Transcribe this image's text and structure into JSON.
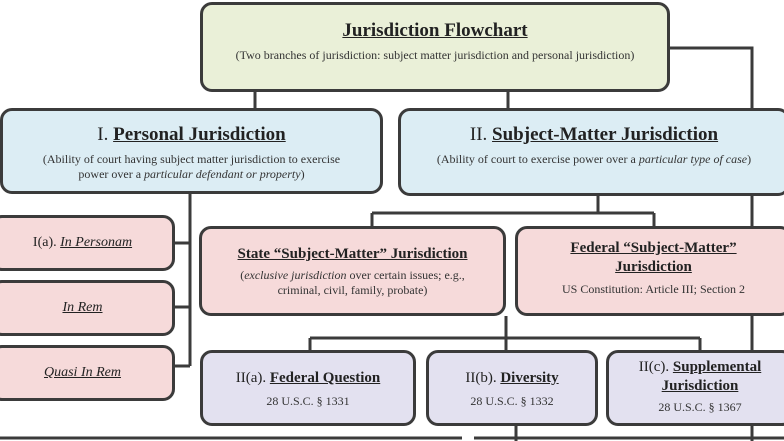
{
  "root": {
    "title": "Jurisdiction Flowchart",
    "desc": "(Two branches of jurisdiction: subject matter jurisdiction and personal jurisdiction)"
  },
  "personal": {
    "prefix": "I. ",
    "title": "Personal Jurisdiction",
    "desc_a": "(Ability of court having subject matter jurisdiction to exercise power over a ",
    "desc_em": "particular defendant or property",
    "desc_b": ")"
  },
  "subject": {
    "prefix": "II. ",
    "title": "Subject-Matter Jurisdiction",
    "desc_a": "(Ability of court to exercise power over a ",
    "desc_em": "particular type of case",
    "desc_b": ")"
  },
  "personal_types": {
    "in_personam_prefix": "I(a). ",
    "in_personam": "In Personam",
    "in_rem": "In Rem",
    "quasi_in_rem": "Quasi In Rem"
  },
  "state": {
    "title": "State “Subject-Matter” Jurisdiction",
    "desc_em": "exclusive jurisdiction",
    "desc_open": "(",
    "desc_rest": " over certain issues; e.g., criminal, civil, family, probate)"
  },
  "federal": {
    "title": "Federal “Subject-Matter” Jurisdiction",
    "desc": "US Constitution: Article III; Section 2"
  },
  "federal_types": [
    {
      "prefix": "II(a). ",
      "title": "Federal Question",
      "cite": "28 U.S.C. § 1331"
    },
    {
      "prefix": "II(b). ",
      "title": "Diversity",
      "cite": "28 U.S.C. § 1332"
    },
    {
      "prefix": "II(c). ",
      "title": "Supplemental Jurisdiction",
      "cite": "28 U.S.C. § 1367"
    }
  ],
  "colors": {
    "root_fill": "#eaf0d8",
    "branch_fill": "#dcedf4",
    "sub_fill": "#f6dada",
    "leaf_fill": "#e3e1f0",
    "border": "#3b3b3b"
  }
}
